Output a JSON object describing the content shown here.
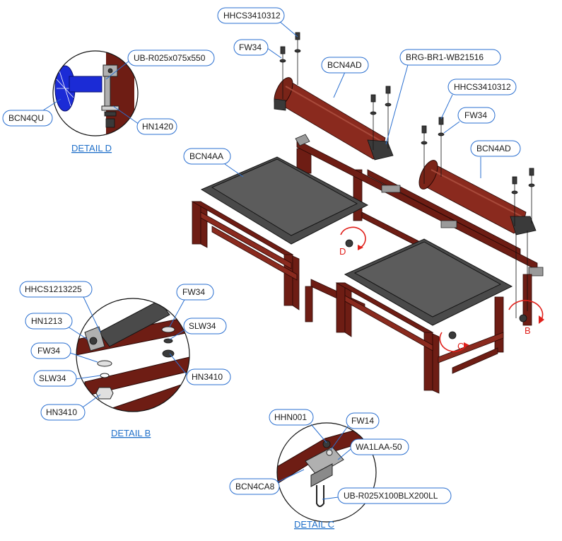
{
  "callouts": {
    "hhcs3410312_top": "HHCS3410312",
    "fw34_top": "FW34",
    "bcn4ad_top": "BCN4AD",
    "brg": "BRG-BR1-WB21516",
    "hhcs3410312_right": "HHCS3410312",
    "fw34_right": "FW34",
    "bcn4ad_right": "BCN4AD",
    "bcn4aa": "BCN4AA",
    "ub_d": "UB-R025x075x550",
    "bcn4qu": "BCN4QU",
    "hn1420": "HN1420",
    "hhcs1213225": "HHCS1213225",
    "hn1213": "HN1213",
    "fw34_b1": "FW34",
    "slw34_b1": "SLW34",
    "hn3410_b1": "HN3410",
    "fw34_b2": "FW34",
    "slw34_b2": "SLW34",
    "hn3410_b2": "HN3410",
    "hhn001": "HHN001",
    "fw14": "FW14",
    "wa1laa": "WA1LAA-50",
    "bcn4ca8": "BCN4CA8",
    "ub_c": "UB-R025X100BLX200LL"
  },
  "details": {
    "d": "DETAIL  D",
    "b": "DETAIL  B",
    "c": "DETAIL  C"
  },
  "markers": {
    "d": "D",
    "c": "C",
    "b": "B"
  },
  "colors": {
    "steel": "#6e1d14",
    "plate": "#4a4a4a",
    "callout_outline": "#2a6fd0",
    "detail_text": "#1f6fc9",
    "marker": "#e0201b",
    "ubolt": "#1b2bd6"
  }
}
